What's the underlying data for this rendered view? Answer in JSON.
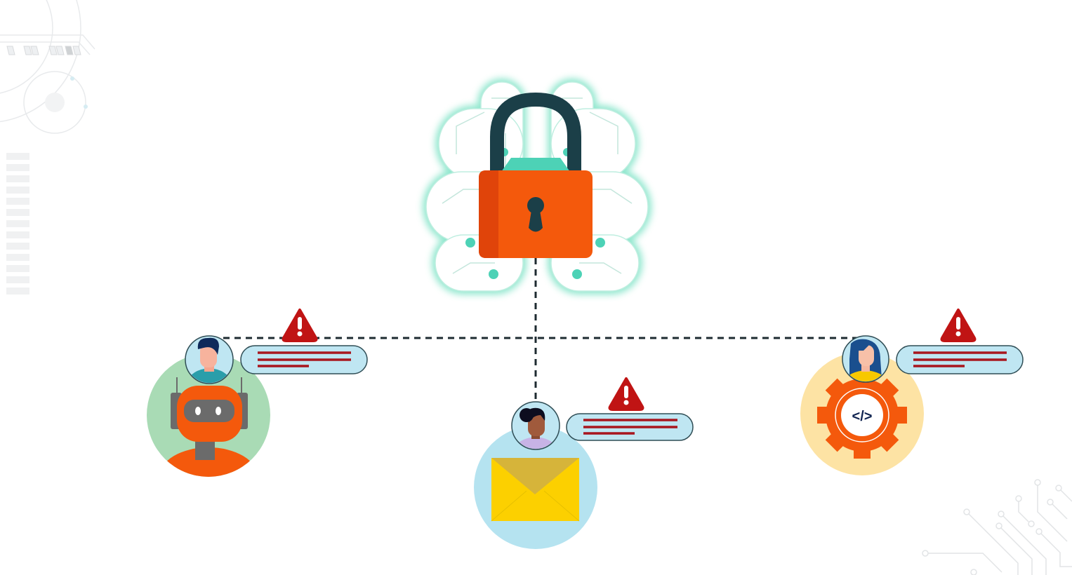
{
  "scene": {
    "title": "",
    "description_visible_text": "none",
    "colors": {
      "background": "#ffffff",
      "lock_body": "#f4590c",
      "lock_body_shadow": "#e0440a",
      "lock_shackle": "#1b3f48",
      "brain_glow": "#58d6b4",
      "brain_node": "#4dd2b6",
      "alert_red": "#c01414",
      "bubble_fill": "#bfe6f2",
      "bubble_stroke": "#2f4d55",
      "bubble_lines": "#a8161e",
      "robot_bg": "#a9dbb5",
      "email_bg": "#b5e3f0",
      "dev_bg": "#fde3a4",
      "dashed_line": "#1e2b30",
      "decor_gray": "#e6e8ea"
    }
  },
  "central_node": {
    "icon": "padlock-on-circuit-brain-icon"
  },
  "nodes": [
    {
      "id": "robot",
      "icon": "robot-icon",
      "avatar": "man-avatar",
      "alert": "warning-icon",
      "message_lines": 3
    },
    {
      "id": "email",
      "icon": "envelope-icon",
      "avatar": "woman-avatar",
      "alert": "warning-icon",
      "message_lines": 3
    },
    {
      "id": "developer",
      "icon": "code-gear-icon",
      "code_glyph": "</>",
      "avatar": "woman-avatar",
      "alert": "warning-icon",
      "message_lines": 3
    }
  ]
}
